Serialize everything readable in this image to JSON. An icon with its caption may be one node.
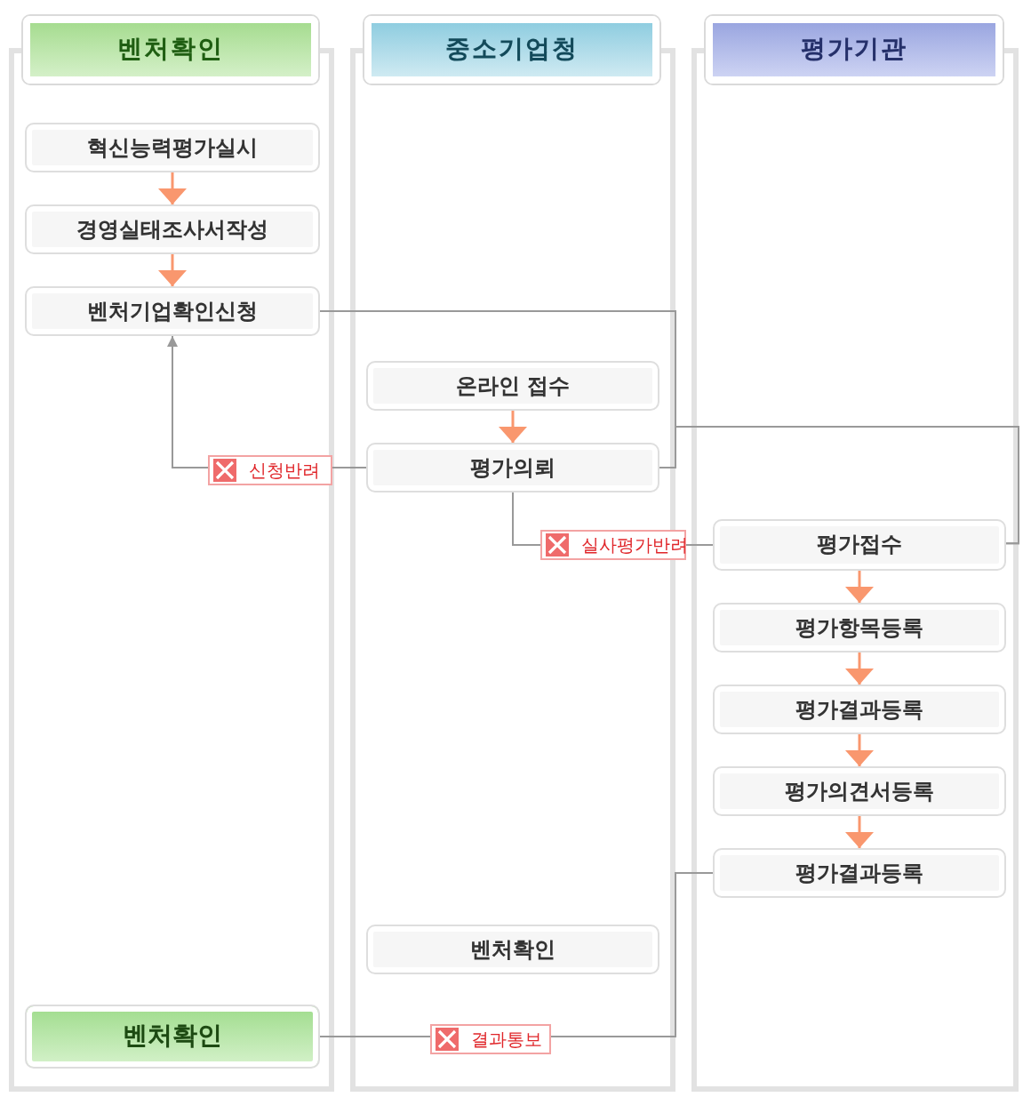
{
  "diagram": {
    "nodes": [
      {
        "text": [
          "벤처확인"
        ]
      },
      {
        "text": [
          "중소기업청"
        ]
      },
      {
        "text": [
          "평가기관"
        ]
      },
      {
        "text": [
          "혁신능력평가실시"
        ],
        "in": 0
      },
      {
        "text": [
          "경영실태조사서작성"
        ],
        "in": 0
      },
      {
        "text": [
          "벤처기업확인신청"
        ],
        "in": 0
      },
      {
        "text": [
          "벤처확인"
        ],
        "in": 0
      },
      {
        "text": [
          "온라인 접수"
        ],
        "in": 1
      },
      {
        "text": [
          "평가의뢰"
        ],
        "in": 1
      },
      {
        "text": [
          "벤처확인"
        ],
        "in": 1
      },
      {
        "text": [
          "평가접수"
        ],
        "in": 2
      },
      {
        "text": [
          "평가항목등록"
        ],
        "in": 2
      },
      {
        "text": [
          "평가결과등록"
        ],
        "in": 2
      },
      {
        "text": [
          "평가의견서등록"
        ],
        "in": 2
      },
      {
        "text": [
          "평가결과등록"
        ],
        "in": 2
      }
    ],
    "edges": [
      {
        "from": 3,
        "to": 4,
        "arrow": "to"
      },
      {
        "from": 4,
        "to": 5,
        "arrow": "to"
      },
      {
        "from": 5,
        "to": 10,
        "arrow": "none",
        "color": "#999999"
      },
      {
        "from": 7,
        "to": 8,
        "arrow": "to"
      },
      {
        "from": 8,
        "to": 10,
        "arrow": "none",
        "color": "#999999"
      },
      {
        "from": 8,
        "to": 5,
        "arrow": "to",
        "label": "신청반려",
        "color": "#999999"
      },
      {
        "from": 8,
        "to": 10,
        "arrow": "none",
        "label": "실사평가반려",
        "color": "#999999"
      },
      {
        "from": 10,
        "to": 11,
        "arrow": "to"
      },
      {
        "from": 11,
        "to": 12,
        "arrow": "to"
      },
      {
        "from": 12,
        "to": 13,
        "arrow": "to"
      },
      {
        "from": 13,
        "to": 14,
        "arrow": "to"
      },
      {
        "from": 14,
        "to": 6,
        "arrow": "none",
        "label": "결과통보",
        "color": "#999999"
      }
    ]
  }
}
